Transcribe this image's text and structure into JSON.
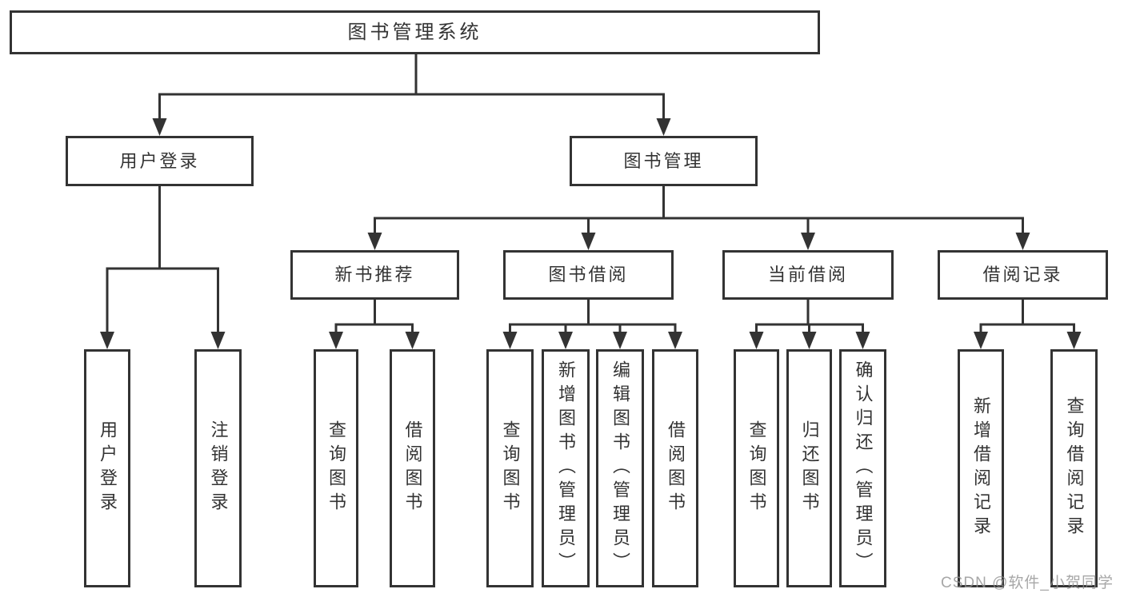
{
  "colors": {
    "line": "#333333",
    "box_border": "#333333",
    "text": "#333333",
    "watermark_text": "#919191"
  },
  "watermark": "CSDN @软件_小贺同学",
  "nodes": {
    "root": {
      "label": "图书管理系统"
    },
    "user_login": {
      "label": "用户登录"
    },
    "book_manage": {
      "label": "图书管理"
    },
    "new_book_rec": {
      "label": "新书推荐"
    },
    "book_borrow": {
      "label": "图书借阅"
    },
    "current_borrow": {
      "label": "当前借阅"
    },
    "borrow_records": {
      "label": "借阅记录"
    },
    "leaf_user_login": {
      "label": "用户登录"
    },
    "leaf_logout": {
      "label": "注销登录"
    },
    "rec_query_book": {
      "label": "查询图书"
    },
    "rec_borrow_book": {
      "label": "借阅图书"
    },
    "bb_query_book": {
      "label": "查询图书"
    },
    "bb_add_book": {
      "label": "新增图书（管理员）"
    },
    "bb_edit_book": {
      "label": "编辑图书（管理员）"
    },
    "bb_borrow_book": {
      "label": "借阅图书"
    },
    "cb_query_book": {
      "label": "查询图书"
    },
    "cb_return_book": {
      "label": "归还图书"
    },
    "cb_confirm_return": {
      "label": "确认归还（管理员）"
    },
    "br_add_record": {
      "label": "新增借阅记录"
    },
    "br_query_record": {
      "label": "查询借阅记录"
    }
  }
}
